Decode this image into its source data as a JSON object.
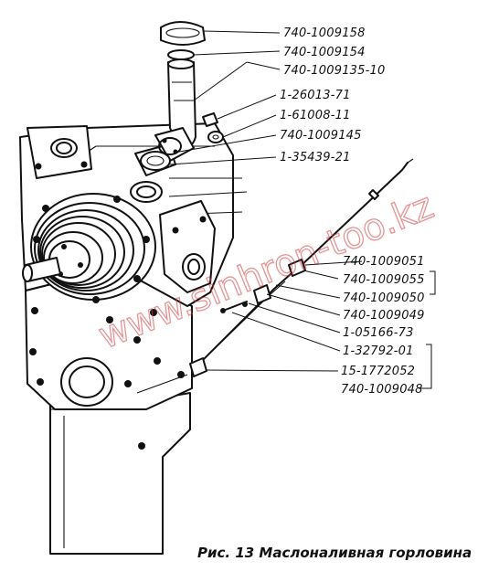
{
  "figure": {
    "caption": "Рис. 13 Маслоналивная горловина",
    "watermark": "www.sinhron-too.kz",
    "part_labels": [
      "740-1009158",
      "740-1009154",
      "740-1009135-10",
      "1-26013-71",
      "1-61008-11",
      "740-1009145",
      "1-35439-21",
      "740-1009051",
      "740-1009055",
      "740-1009050",
      "740-1009049",
      "1-05166-73",
      "1-32792-01",
      "15-1772052",
      "740-1009048"
    ]
  }
}
